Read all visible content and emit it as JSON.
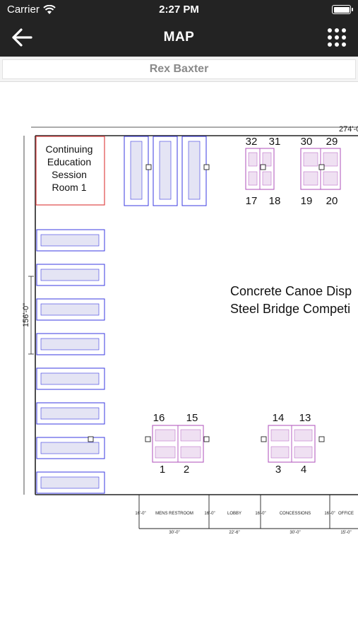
{
  "status_bar": {
    "carrier": "Carrier",
    "time": "2:27 PM"
  },
  "nav": {
    "title": "MAP",
    "back_icon": "arrow-left-icon",
    "menu_icon": "grid-menu-icon"
  },
  "exhibitor": {
    "name": "Rex Baxter"
  },
  "floor_plan": {
    "room_label": [
      "Continuing",
      "Education",
      "Session",
      "Room 1"
    ],
    "event_label": [
      "Concrete Canoe Disp",
      "Steel Bridge Competi"
    ],
    "dim_width": "274'-0",
    "dim_height": "156'-0\"",
    "booth_numbers": {
      "top_pod_a": [
        "32",
        "31",
        "17",
        "18"
      ],
      "top_pod_b": [
        "30",
        "29",
        "19",
        "20"
      ],
      "bottom_pod_a": [
        "16",
        "15",
        "1",
        "2"
      ],
      "bottom_pod_b": [
        "14",
        "13",
        "3",
        "4"
      ]
    },
    "bottom_rooms": [
      "MENS RESTROOM",
      "LOBBY",
      "CONCESSIONS",
      "OFFICE"
    ],
    "room_dims": [
      "16'-0\"",
      "16'-0\"",
      "16'-0\"",
      "16'-0\""
    ],
    "bottom_dims": [
      "30'-0\"",
      "22'-6\"",
      "30'-0\"",
      "15'-0\""
    ],
    "vertical_booth_count": 3,
    "horizontal_booth_count": 8
  },
  "colors": {
    "header_bg": "#232323",
    "booth_blue": "#3a3ae0",
    "pod_purple": "#b45cc0",
    "room_red": "#e04848"
  }
}
